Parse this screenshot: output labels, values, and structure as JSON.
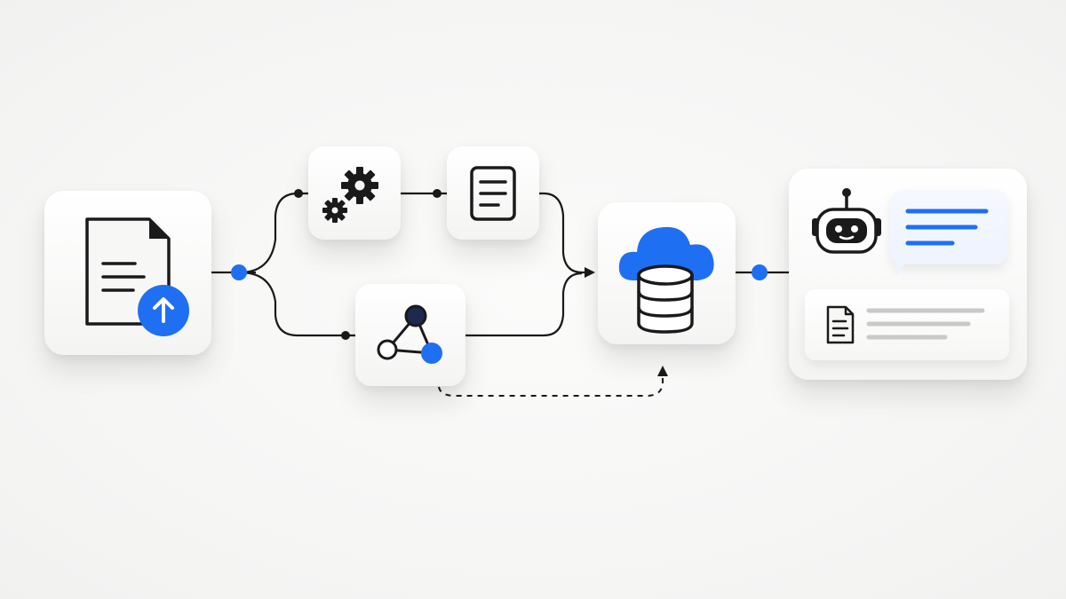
{
  "diagram": {
    "accent_color": "#1f6ff2",
    "line_color": "#1a1a1a",
    "nodes": [
      {
        "id": "upload",
        "icon": "document-upload-icon"
      },
      {
        "id": "process",
        "icon": "gears-icon"
      },
      {
        "id": "document",
        "icon": "document-lines-icon"
      },
      {
        "id": "graph",
        "icon": "network-graph-icon"
      },
      {
        "id": "storage",
        "icon": "cloud-database-icon"
      },
      {
        "id": "assistant",
        "icon": "robot-chat-icon"
      }
    ],
    "edges": [
      {
        "from": "upload",
        "to": "process"
      },
      {
        "from": "upload",
        "to": "graph"
      },
      {
        "from": "process",
        "to": "document"
      },
      {
        "from": "document",
        "to": "storage"
      },
      {
        "from": "graph",
        "to": "storage"
      },
      {
        "from": "graph",
        "to": "storage",
        "style": "dashed"
      },
      {
        "from": "storage",
        "to": "assistant"
      }
    ]
  }
}
